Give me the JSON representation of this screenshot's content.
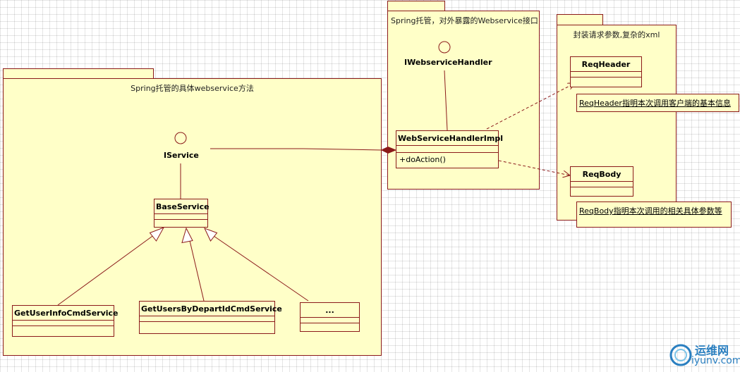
{
  "packages": {
    "service_methods": {
      "title": "Spring托管的具体webservice方法"
    },
    "webservice_interface": {
      "title": "Spring托管，对外暴露的Webservice接口"
    },
    "request_params": {
      "title": "封装请求参数,复杂的xml"
    }
  },
  "interfaces": {
    "iservice": "IService",
    "iwebservice_handler": "IWebserviceHandler"
  },
  "classes": {
    "base_service": "BaseService",
    "get_user_info": "GetUserInfoCmdService",
    "get_users_by_depart": "GetUsersByDepartIdCmdService",
    "ellipsis": "...",
    "handler_impl": "WebServiceHandlerImpl",
    "handler_impl_op": "+doAction()",
    "req_header": "ReqHeader",
    "req_body": "ReqBody"
  },
  "notes": {
    "req_header": "ReqHeader指明本次调用客户端的基本信息",
    "req_body": "ReqBody指明本次调用的相关具体参数等"
  },
  "watermark": {
    "logo": "logo-icon",
    "cn": "运维网",
    "en": "iyunv.com"
  },
  "colors": {
    "fill": "#ffffc8",
    "border": "#8b1a1a"
  }
}
